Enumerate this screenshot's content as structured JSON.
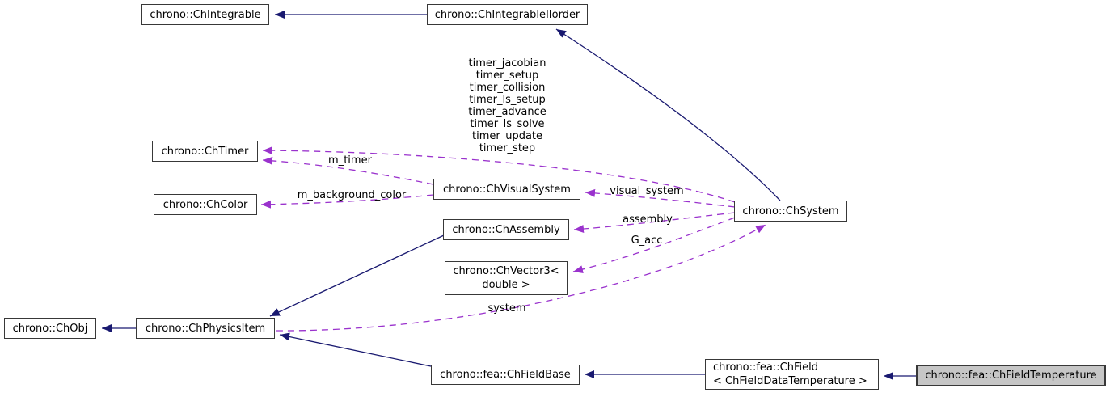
{
  "diagram": {
    "kind": "collaboration-graph",
    "tool_style": "doxygen-graphviz"
  },
  "colors": {
    "inheritance_edge": "#191970",
    "usage_edge": "#9a32cd",
    "node_border": "#383838",
    "highlight_fill": "#c6c6c6",
    "background": "#ffffff",
    "text": "#000000"
  },
  "nodes": {
    "integrable": {
      "label": "chrono::ChIntegrable"
    },
    "iiorder": {
      "label": "chrono::ChIntegrableIIorder"
    },
    "timer": {
      "label": "chrono::ChTimer"
    },
    "chcolor": {
      "label": "chrono::ChColor"
    },
    "visual": {
      "label": "chrono::ChVisualSystem"
    },
    "assembly": {
      "label": "chrono::ChAssembly"
    },
    "vector3": {
      "label": "chrono::ChVector3<\ndouble >"
    },
    "system": {
      "label": "chrono::ChSystem"
    },
    "chobj": {
      "label": "chrono::ChObj"
    },
    "physics": {
      "label": "chrono::ChPhysicsItem"
    },
    "fieldbase": {
      "label": "chrono::fea::ChFieldBase"
    },
    "chfield": {
      "label": "chrono::fea::ChField\n< ChFieldDataTemperature >"
    },
    "fieldtemp": {
      "label": "chrono::fea::ChFieldTemperature",
      "highlighted": true
    }
  },
  "edge_labels": {
    "timers": "timer_jacobian\ntimer_setup\ntimer_collision\ntimer_ls_setup\ntimer_advance\ntimer_ls_solve\ntimer_update\ntimer_step",
    "m_timer": "m_timer",
    "m_background_color": "m_background_color",
    "visual_system": "visual_system",
    "assembly": "assembly",
    "g_acc": "G_acc",
    "system": "system"
  }
}
